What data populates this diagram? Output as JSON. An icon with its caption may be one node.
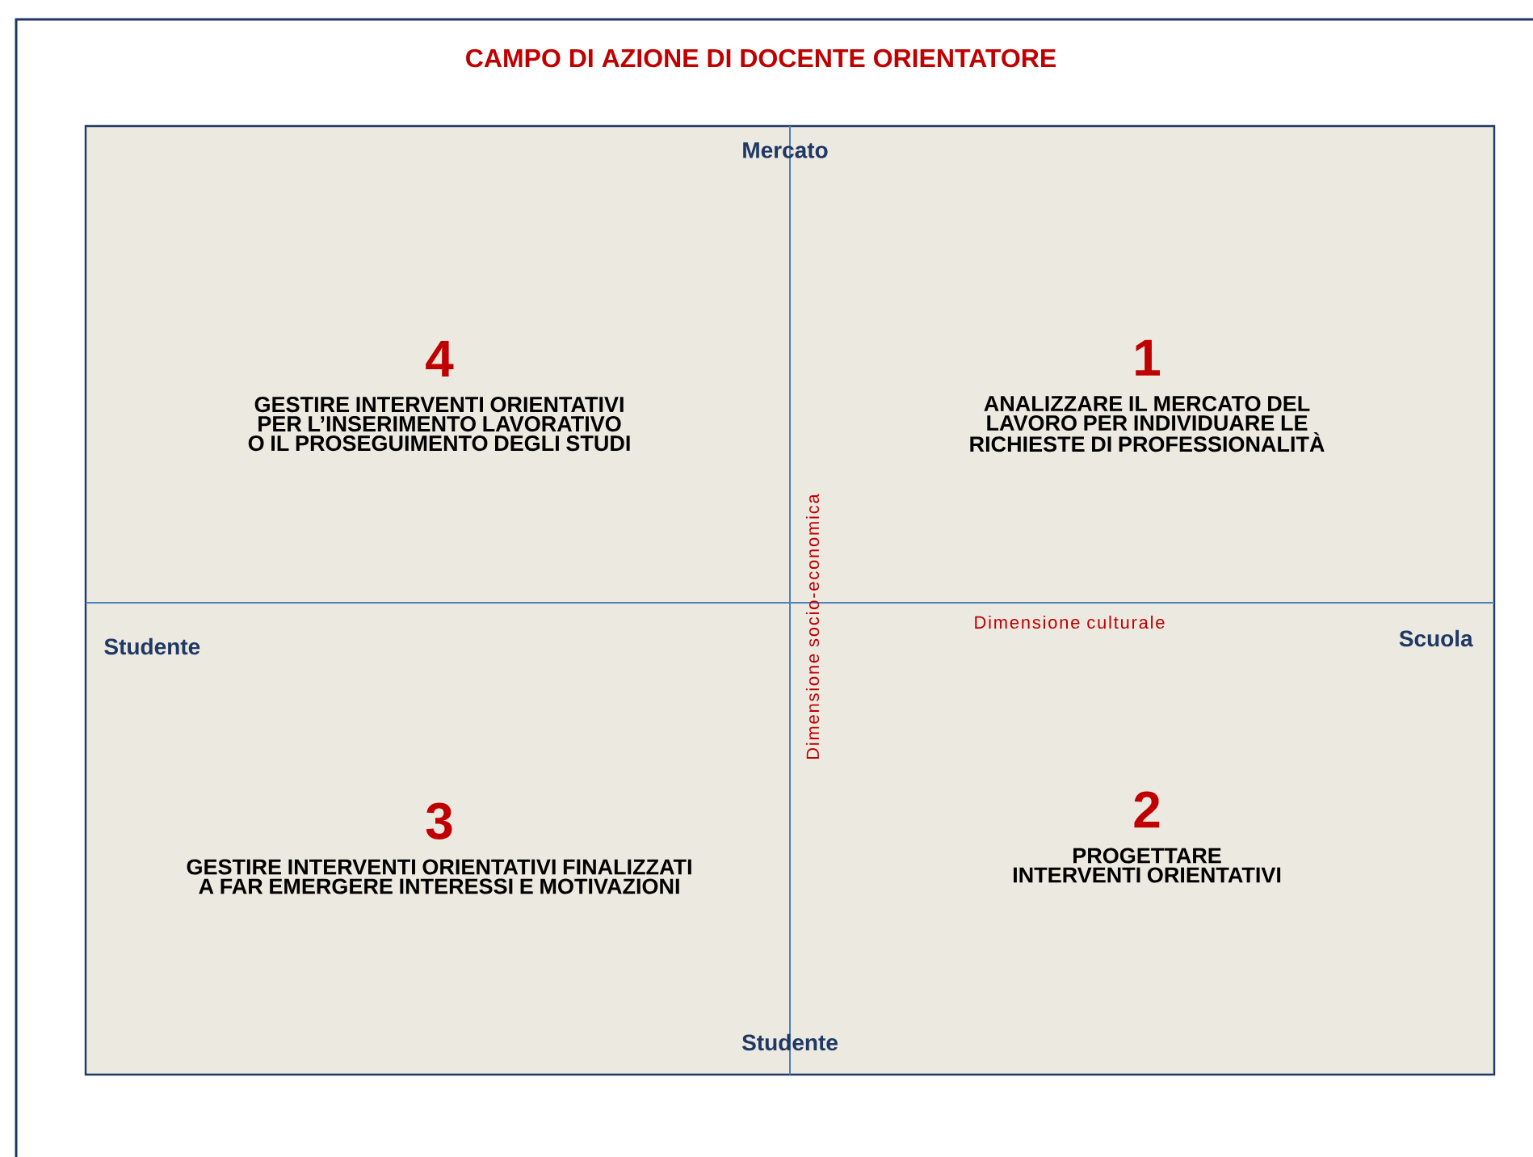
{
  "diagram": {
    "title": "CAMPO DI AZIONE DI DOCENTE ORIENTATORE",
    "nodes": [
      {
        "text": [
          "4",
          "GESTIRE INTERVENTI ORIENTATIVI PER L’INSERIMENTO LAVORATIVO O IL PROSEGUIMENTO DEGLI STUDI"
        ]
      },
      {
        "text": [
          "1",
          "ANALIZZARE IL MERCATO DEL LAVORO PER INDIVIDUARE LE RICHIESTE DI PROFESSIONALITÀ"
        ]
      },
      {
        "text": [
          "3",
          "GESTIRE INTERVENTI ORIENTATIVI FINALIZZATI A FAR EMERGERE INTERESSI E MOTIVAZIONI"
        ]
      },
      {
        "text": [
          "2",
          "PROGETTARE INTERVENTI ORIENTATIVI"
        ]
      }
    ],
    "labels": [
      "Mercato",
      "Dimensione socio-economica",
      "Studente",
      "Dimensione culturale",
      "Scuola",
      "Studente"
    ]
  }
}
